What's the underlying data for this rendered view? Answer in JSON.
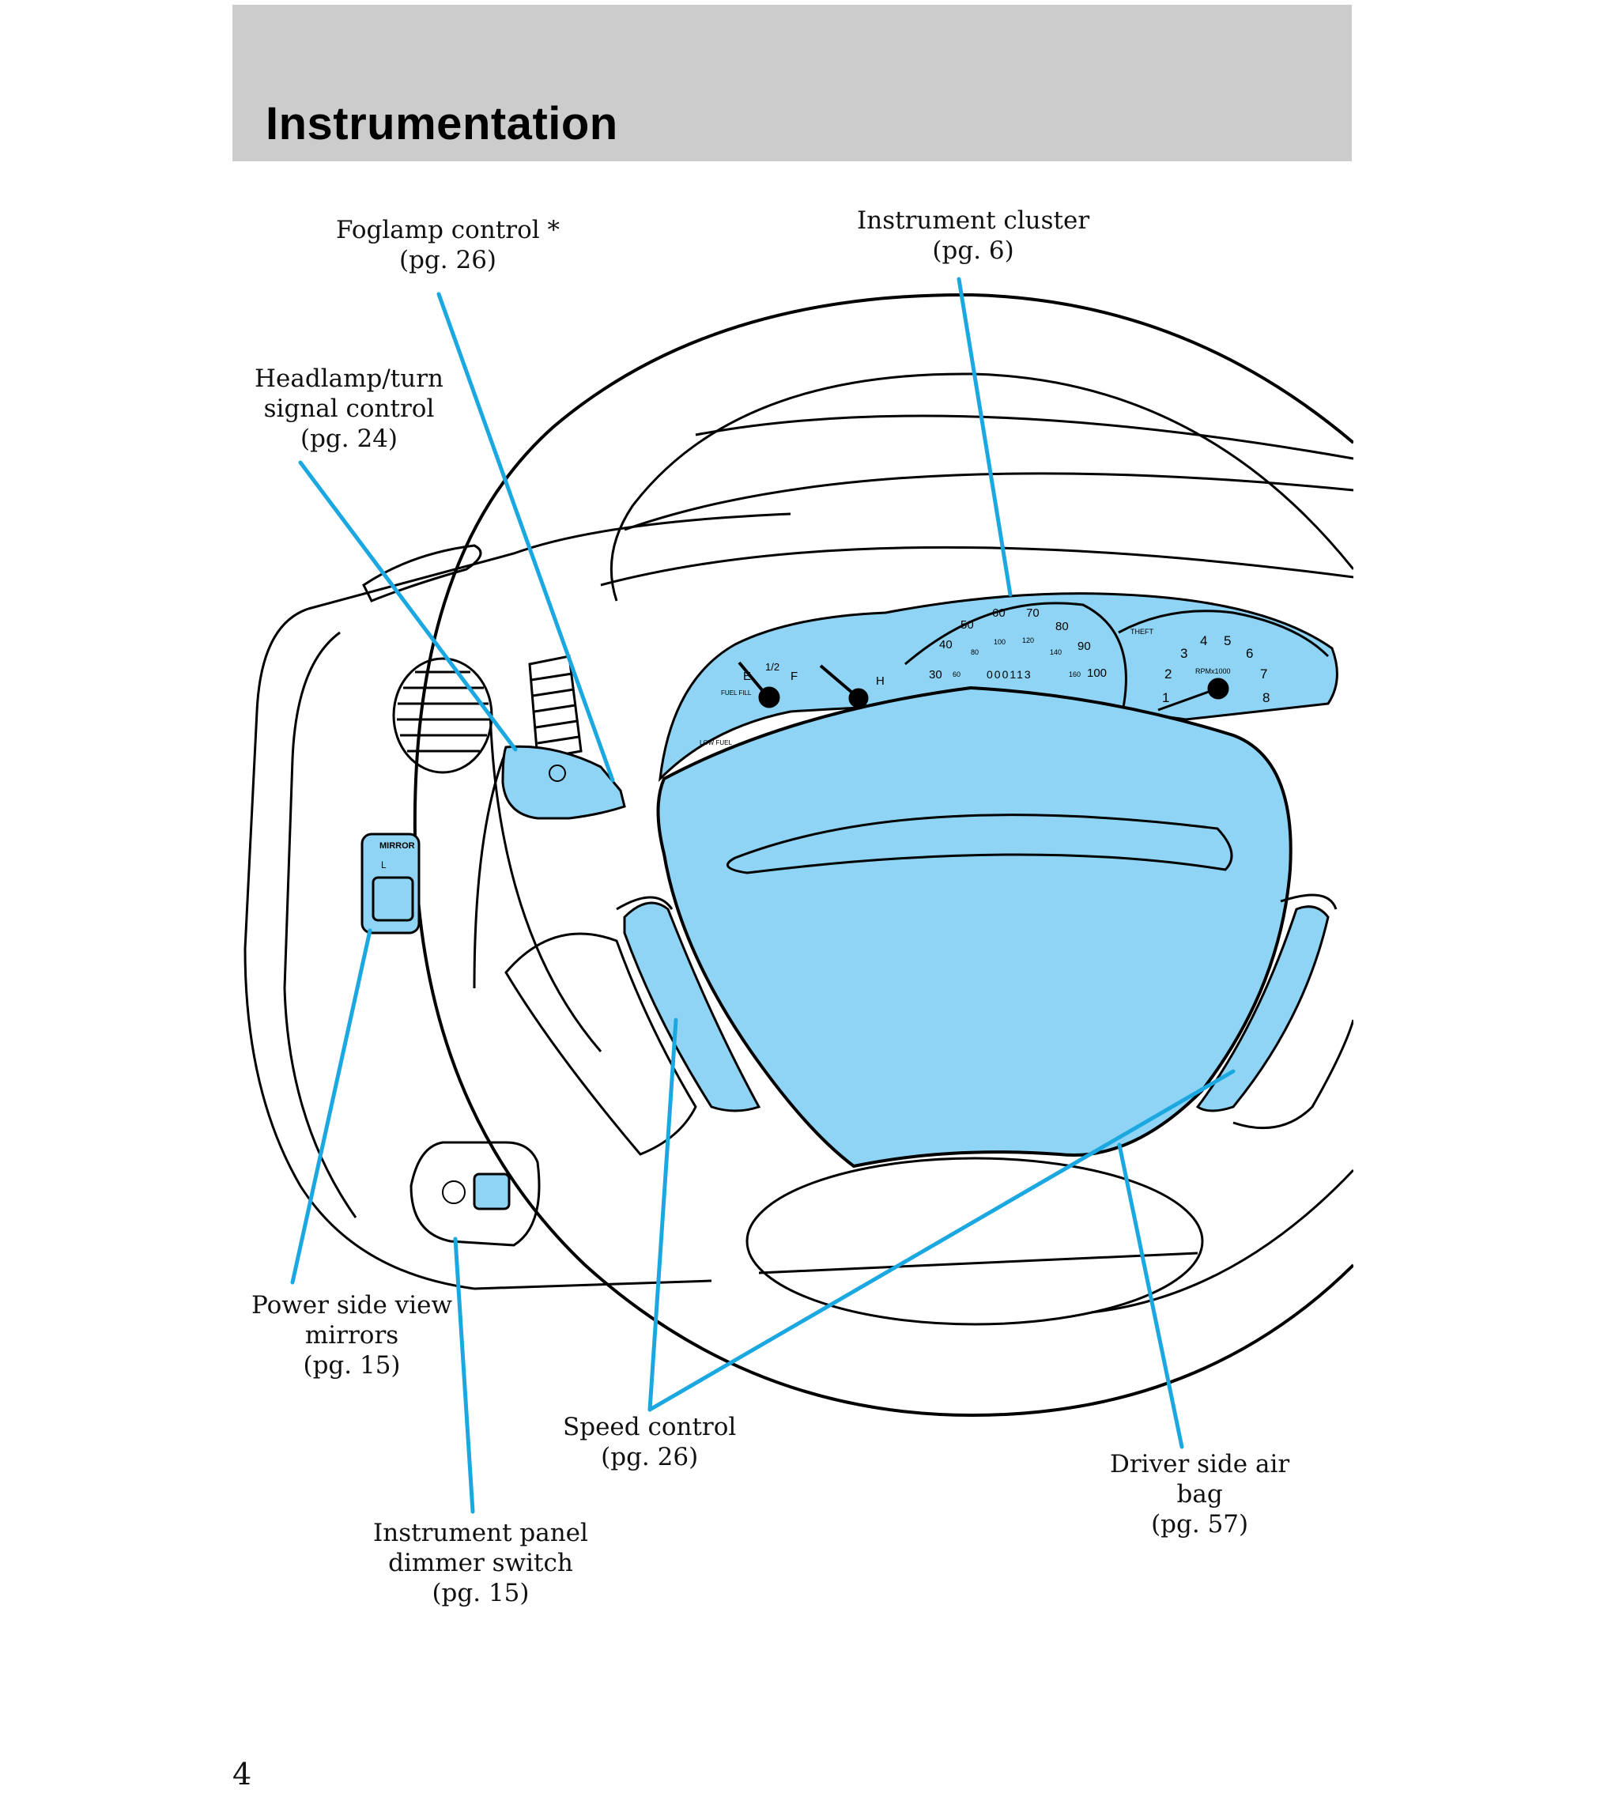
{
  "header": {
    "title": "Instrumentation"
  },
  "callouts": {
    "foglamp": {
      "label": "Foglamp control *",
      "page": "(pg. 26)"
    },
    "cluster": {
      "label": "Instrument cluster",
      "page": "(pg. 6)"
    },
    "headlamp": {
      "line1": "Headlamp/turn",
      "line2": "signal control",
      "page": "(pg. 24)"
    },
    "mirrors": {
      "line1": "Power side view",
      "line2": "mirrors",
      "page": "(pg. 15)"
    },
    "speed": {
      "label": "Speed control",
      "page": "(pg. 26)"
    },
    "dimmer": {
      "line1": "Instrument panel",
      "line2": "dimmer switch",
      "page": "(pg. 15)"
    },
    "airbag": {
      "line1": "Driver side air",
      "line2": "bag",
      "page": "(pg. 57)"
    }
  },
  "gauges": {
    "speedo_mph": [
      "30",
      "40",
      "50",
      "60",
      "70",
      "80",
      "90",
      "100"
    ],
    "speedo_kmh": [
      "60",
      "80",
      "100",
      "120",
      "140",
      "160"
    ],
    "odometer": "000113",
    "tach": [
      "1",
      "2",
      "3",
      "4",
      "5",
      "6",
      "7",
      "8"
    ],
    "tach_unit": "RPMx1000",
    "theft": "THEFT",
    "fuel_marks": [
      "E",
      "1/2",
      "F"
    ],
    "fuel_fill": "FUEL FILL",
    "temp_mark": "H",
    "low_fuel": "LOW FUEL",
    "mirror_label": "MIRROR",
    "mirror_l": "L"
  },
  "page_number": "4",
  "colors": {
    "accent": "#1ba8e0",
    "fill": "#8fd4f4",
    "header_bg": "#cccccc"
  }
}
